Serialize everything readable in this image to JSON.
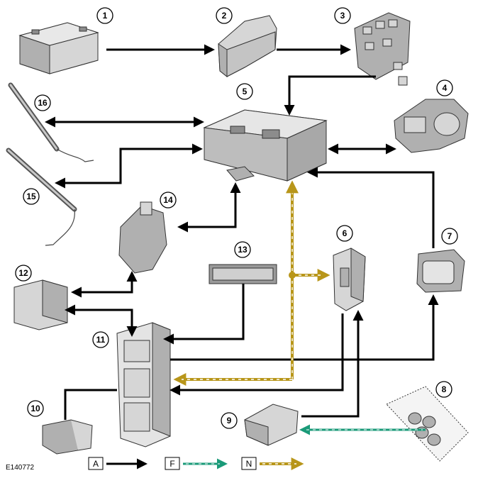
{
  "reference_id": "E140772",
  "component_numbers": [
    "1",
    "2",
    "3",
    "4",
    "5",
    "6",
    "7",
    "8",
    "9",
    "10",
    "11",
    "12",
    "13",
    "14",
    "15",
    "16"
  ],
  "legend": {
    "a": {
      "label": "A",
      "color": "#000000"
    },
    "f": {
      "label": "F",
      "color": "#1a9a78"
    },
    "n": {
      "label": "N",
      "color": "#b8961a"
    }
  }
}
